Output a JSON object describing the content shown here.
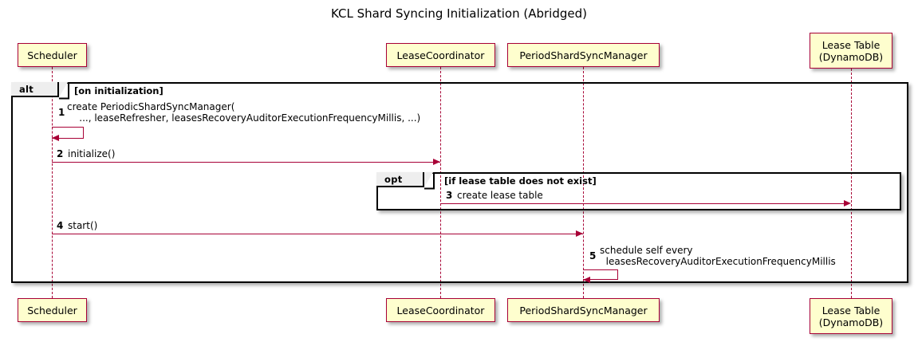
{
  "diagram": {
    "title": "KCL Shard Syncing Initialization (Abridged)",
    "type": "sequence-diagram",
    "colors": {
      "participant_fill": "#FEFECE",
      "participant_border": "#A80036",
      "arrow": "#A80036",
      "fragment_border": "#000000",
      "fragment_tab_fill": "#EEEEEE"
    }
  },
  "participants": [
    {
      "id": "scheduler",
      "label": "Scheduler"
    },
    {
      "id": "lease_coordinator",
      "label": "LeaseCoordinator"
    },
    {
      "id": "period_shard_sync_manager",
      "label": "PeriodShardSyncManager"
    },
    {
      "id": "lease_table",
      "label": "Lease Table\n(DynamoDB)"
    }
  ],
  "fragments": [
    {
      "id": "alt",
      "operator": "alt",
      "guard": "[on initialization]"
    },
    {
      "id": "opt",
      "operator": "opt",
      "guard": "[if lease table does not exist]"
    }
  ],
  "messages": [
    {
      "number": "1",
      "from": "scheduler",
      "to": "scheduler",
      "self": true,
      "text": "create PeriodicShardSyncManager(\n    ..., leaseRefresher, leasesRecoveryAuditorExecutionFrequencyMillis, ...)"
    },
    {
      "number": "2",
      "from": "scheduler",
      "to": "lease_coordinator",
      "self": false,
      "text": "initialize()"
    },
    {
      "number": "3",
      "from": "lease_coordinator",
      "to": "lease_table",
      "self": false,
      "text": "create lease table"
    },
    {
      "number": "4",
      "from": "scheduler",
      "to": "period_shard_sync_manager",
      "self": false,
      "text": "start()"
    },
    {
      "number": "5",
      "from": "period_shard_sync_manager",
      "to": "period_shard_sync_manager",
      "self": true,
      "text": "schedule self every\n  leasesRecoveryAuditorExecutionFrequencyMillis"
    }
  ]
}
